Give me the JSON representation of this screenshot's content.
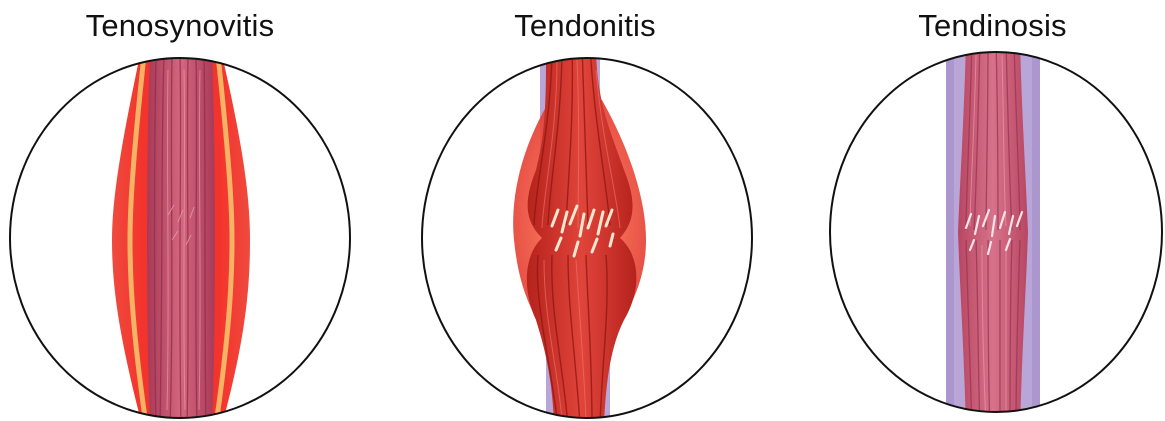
{
  "panels": [
    {
      "title": "Tenosynovitis"
    },
    {
      "title": "Tendonitis"
    },
    {
      "title": "Tendinosis"
    }
  ],
  "colors": {
    "tendon": "#c95570",
    "tendon_fiber": "#9e3550",
    "tendon_highlight": "#e38ca0",
    "inflamed_sheath": "#f0403a",
    "sheath_glow": "#f7c86e",
    "inflamed_tendon": "#d8332b",
    "inflamed_fiber": "#a01e1a",
    "normal_sheath": "#b9a6d8",
    "tear": "#fbe7cf",
    "outline": "#111111"
  }
}
